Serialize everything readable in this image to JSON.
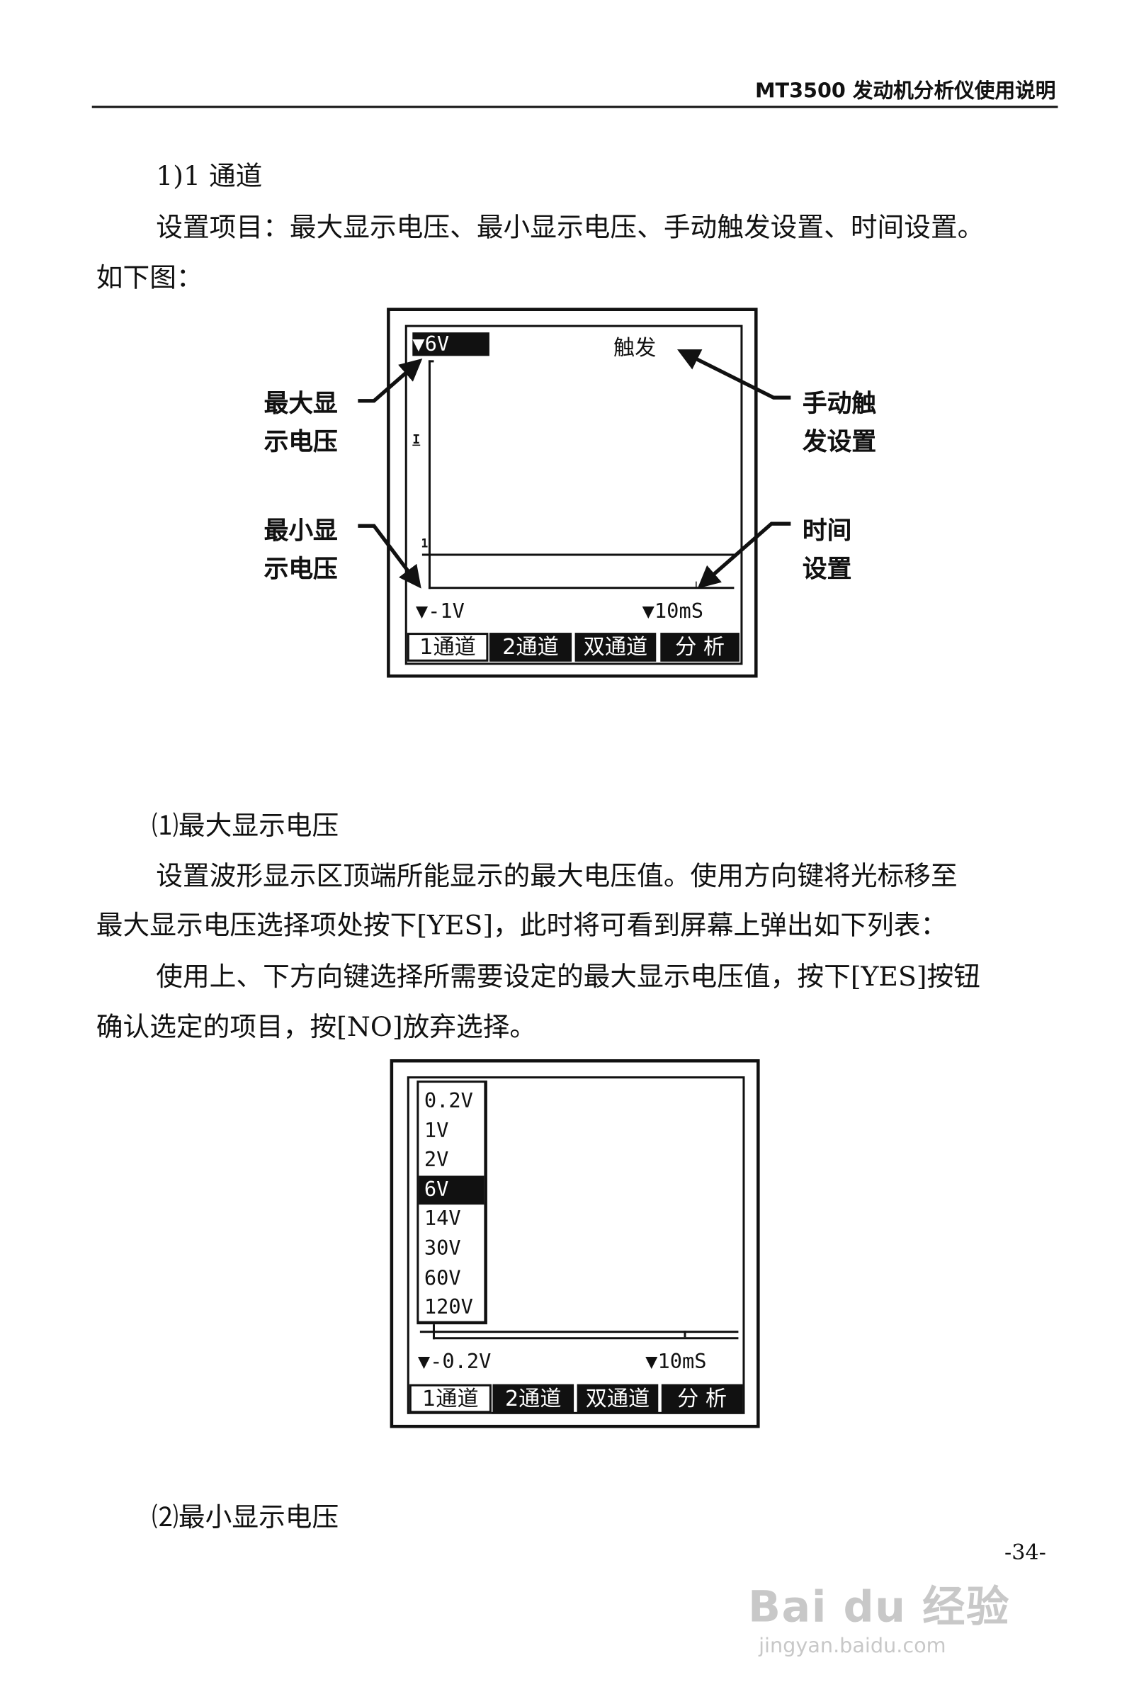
{
  "header": {
    "title": "MT3500 发动机分析仪使用说明"
  },
  "section1": {
    "heading": "1)1 通道",
    "para_line1": "设置项目：最大显示电压、最小显示电压、手动触发设置、时间设置。",
    "para_line2": "如下图："
  },
  "figure1": {
    "max_voltage": "6V",
    "trigger": "触发",
    "min_voltage": "-1V",
    "time": "10mS",
    "axis_mark_top": "I",
    "axis_mark_1": "1",
    "callouts": {
      "max_l1": "最大显",
      "max_l2": "示电压",
      "min_l1": "最小显",
      "min_l2": "示电压",
      "trig_l1": "手动触",
      "trig_l2": "发设置",
      "time_l1": "时间",
      "time_l2": "设置"
    },
    "tabs": [
      "1通道",
      "2通道",
      "双通道",
      "分 析"
    ],
    "active_tab": 0
  },
  "section2": {
    "heading": "⑴最大显示电压",
    "lines": [
      "设置波形显示区顶端所能显示的最大电压值。使用方向键将光标移至",
      "最大显示电压选择项处按下[YES]，此时将可看到屏幕上弹出如下列表：",
      "使用上、下方向键选择所需要设定的最大显示电压值，按下[YES]按钮",
      "确认选定的项目，按[NO]放弃选择。"
    ]
  },
  "figure2": {
    "options": [
      "0.2V",
      "1V",
      "2V",
      "6V",
      "14V",
      "30V",
      "60V",
      "120V"
    ],
    "selected_index": 3,
    "min_voltage": "-0.2V",
    "time": "10mS",
    "tabs": [
      "1通道",
      "2通道",
      "双通道",
      "分 析"
    ],
    "active_tab": 0
  },
  "section3": {
    "heading": "⑵最小显示电压"
  },
  "footer": {
    "page_number": "-34-",
    "watermark": "Bai du 经验 jingyan.baidu.com"
  }
}
